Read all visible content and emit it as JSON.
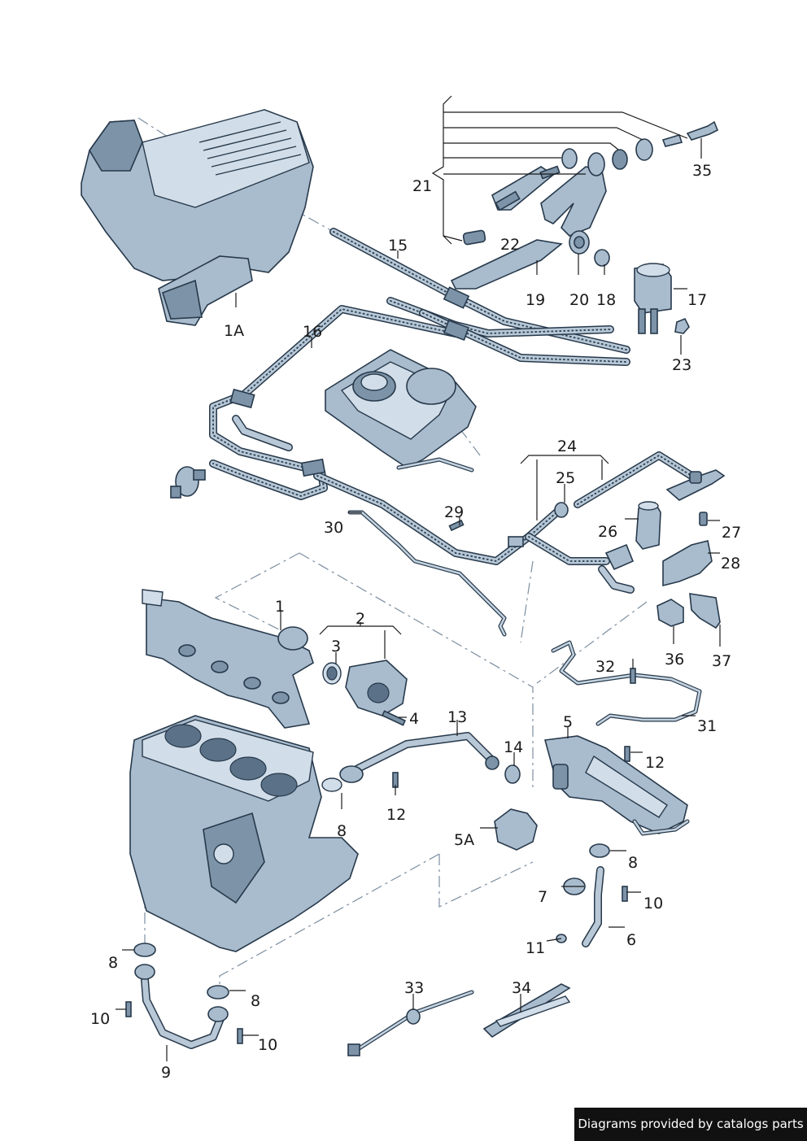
{
  "callouts": {
    "c1A": "1A",
    "c15": "15",
    "c16": "16",
    "c21": "21",
    "c22": "22",
    "c35": "35",
    "c19": "19",
    "c20": "20",
    "c18": "18",
    "c17": "17",
    "c23": "23",
    "c24": "24",
    "c25": "25",
    "c29": "29",
    "c30": "30",
    "c26": "26",
    "c27": "27",
    "c28": "28",
    "c1": "1",
    "c2": "2",
    "c3": "3",
    "c4": "4",
    "c13": "13",
    "c32": "32",
    "c36": "36",
    "c37": "37",
    "c5": "5",
    "c31": "31",
    "c14": "14",
    "c12a": "12",
    "c12b": "12",
    "c8a": "8",
    "c8b": "8",
    "c8c": "8",
    "c8d": "8",
    "c5A": "5A",
    "c7": "7",
    "c10a": "10",
    "c10b": "10",
    "c10c": "10",
    "c11": "11",
    "c6": "6",
    "c33": "33",
    "c34": "34",
    "c9": "9"
  },
  "footer": {
    "text": "Diagrams provided by catalogs parts"
  }
}
